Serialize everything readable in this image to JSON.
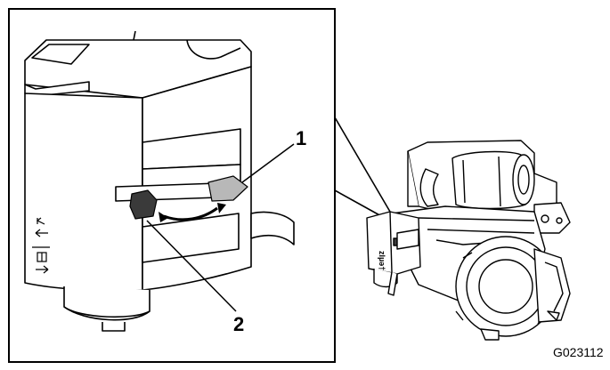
{
  "figure": {
    "id": "G023112",
    "callouts": {
      "one": "1",
      "two": "2"
    },
    "decal_text": "zlµə†",
    "colors": {
      "line": "#000000",
      "background": "#ffffff",
      "lever_light": "#b8b8b8",
      "lever_dark": "#3a3a3a"
    }
  }
}
